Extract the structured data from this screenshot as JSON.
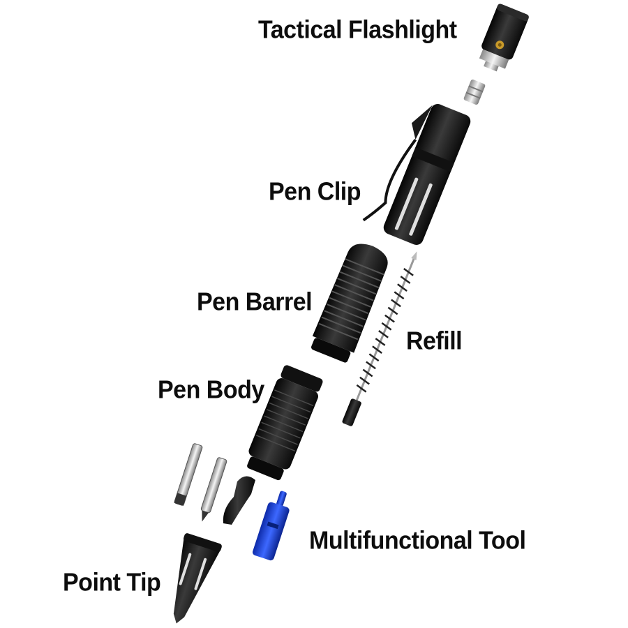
{
  "diagram": {
    "type": "exploded-view",
    "subject": "Tactical pen",
    "colors": {
      "background": "#ffffff",
      "text": "#0d0d0d",
      "parts_black": "#1a1a1a",
      "metal": "#c8c8c8",
      "tool_blue": "#1a3fd6",
      "brass": "#c89a2a"
    },
    "labels": {
      "tactical_flashlight": "Tactical Flashlight",
      "pen_clip": "Pen Clip",
      "pen_barrel": "Pen Barrel",
      "refill": "Refill",
      "pen_body": "Pen Body",
      "multifunctional_tool": "Multifunctional Tool",
      "point_tip": "Point Tip"
    }
  }
}
